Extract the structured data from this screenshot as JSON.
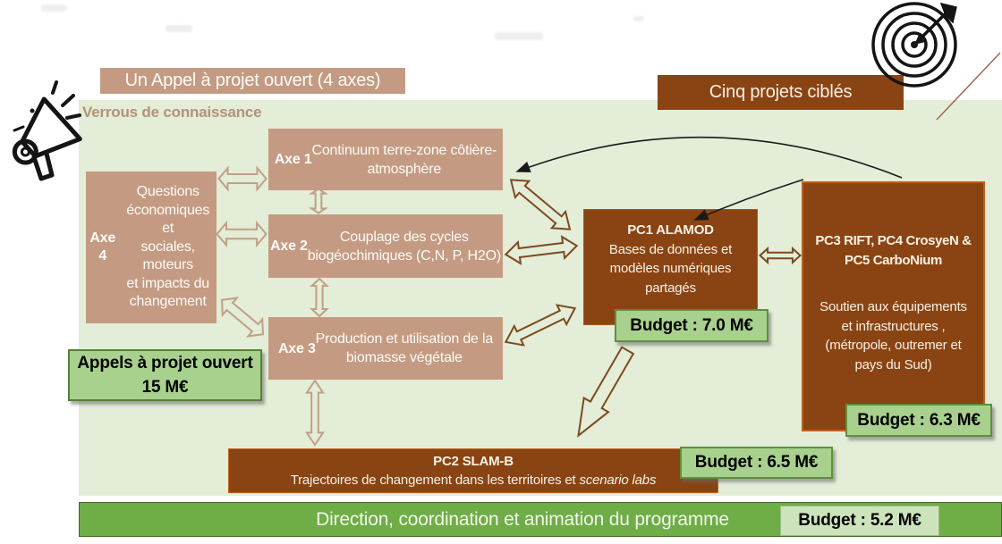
{
  "slide": {
    "open_call_label": "Un Appel à projet ouvert (4 axes)",
    "targeted_label": "Cinq projets ciblés",
    "verrous_label": "Verrous de connaissance",
    "open_call_budget": "Appels à projet ouvert\n15 M€",
    "footer_label": "Direction, coordination et animation du programme",
    "footer_budget": "Budget : 5.2 M€"
  },
  "axes": [
    {
      "title": "Axe 1",
      "body": "Continuum terre-zone côtière-\natmosphère"
    },
    {
      "title": "Axe 2",
      "body": "Couplage des cycles\nbiogéochimiques (C,N, P, H2O)"
    },
    {
      "title": "Axe 3",
      "body": "Production et utilisation de la\nbiomasse végétale"
    },
    {
      "title": "Axe 4",
      "body": "Questions\néconomiques et\nsociales, moteurs\net impacts du\nchangement"
    }
  ],
  "projects": {
    "pc1": {
      "title": "PC1 ALAMOD",
      "body": "Bases de données et\nmodèles numériques\npartagés",
      "budget": "Budget : 7.0 M€"
    },
    "pc3": {
      "title": "PC3 RIFT, PC4 CrosyeN &\nPC5 CarboNium",
      "body": "Soutien aux équipements\net infrastructures ,\n(métropole, outremer et\npays du Sud)",
      "budget": "Budget : 6.3 M€"
    },
    "pc2": {
      "title": "PC2 SLAM-B",
      "body_prefix": "Trajectoires de changement dans les territoires et ",
      "body_italic": "scenario labs",
      "budget": "Budget : 6.5 M€"
    }
  },
  "icons": {
    "megaphone": "megaphone-icon",
    "target": "target-icon"
  },
  "colors": {
    "panel_green": "#e3edd7",
    "tan": "#c49b82",
    "brown": "#8a4413",
    "budget_green": "#a9d18e",
    "footer_green": "#6fad47",
    "arrow_tan": "#bfa086",
    "arrow_brown": "#7d4a1e"
  }
}
